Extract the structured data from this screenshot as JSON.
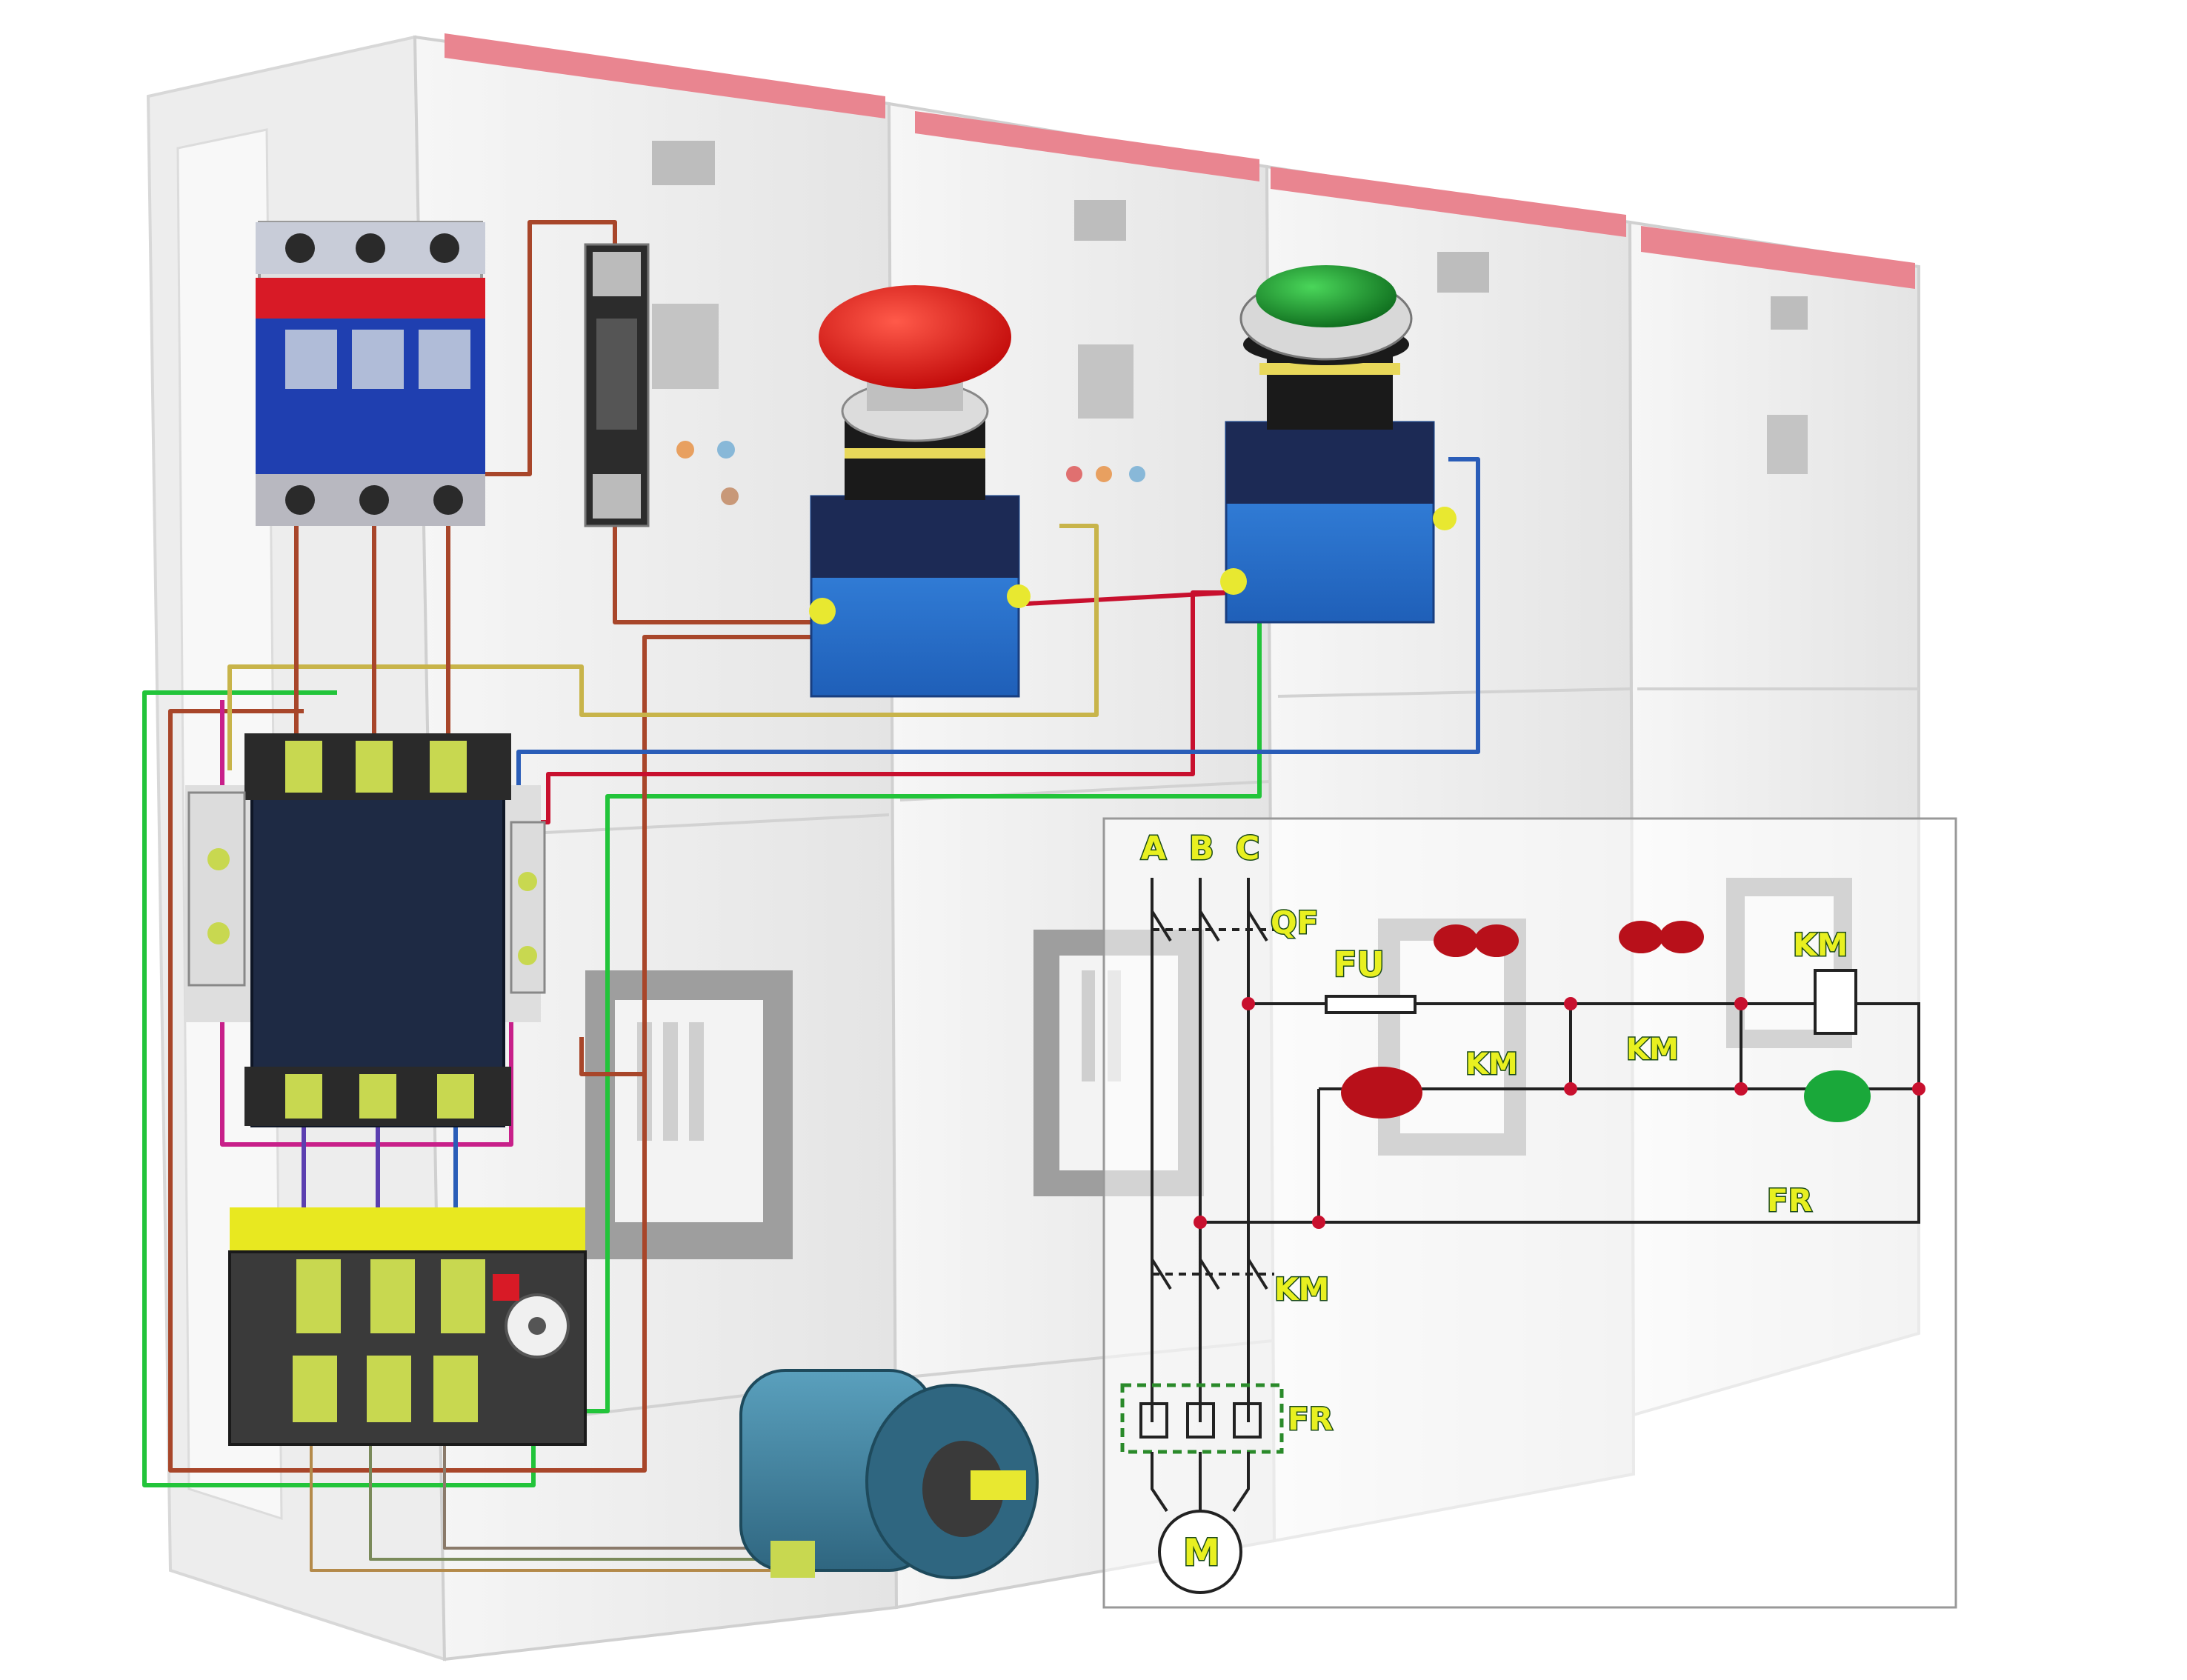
{
  "labels": {
    "phase_a": "A",
    "phase_b": "B",
    "phase_c": "C",
    "breaker": "QF",
    "fuse": "FU",
    "contactor_coil": "KM",
    "contactor_aux": "KM",
    "contactor_hold": "KM",
    "contactor_main": "KM",
    "overload_relay": "FR",
    "overload_contact": "FR",
    "motor": "M"
  },
  "wire_colors": {
    "red": "#a8462a",
    "crimson": "#c8102e",
    "green": "#22c43a",
    "yellow": "#c8b44a",
    "blue": "#2a5db8",
    "purple": "#5b3fb0"
  },
  "colors": {
    "cabinet": "#f0f0f0",
    "cabinet_trim": "#e87a86",
    "stop_button": "#e01010",
    "start_button": "#1a8a2a",
    "device_blue": "#2f7fd6",
    "label_yellow": "#e8f020",
    "motor_blue": "#3f7f96"
  },
  "icons": {
    "stop": "red-mushroom-stop-button-icon",
    "start": "green-start-button-icon",
    "motor": "electric-motor-icon"
  }
}
